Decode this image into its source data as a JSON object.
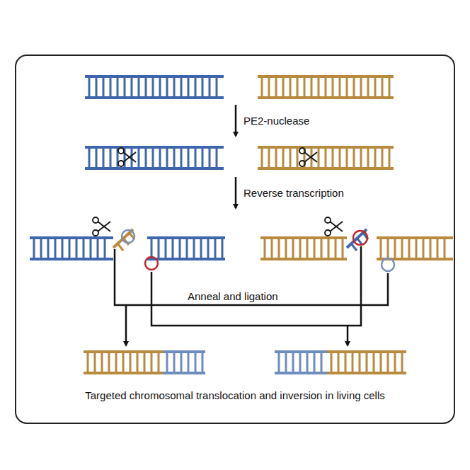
{
  "diagram": {
    "caption": "Targeted chromosomal translocation and inversion in living cells",
    "labels": [
      "PE2-nuclease",
      "Reverse transcription",
      "Anneal and ligation"
    ]
  }
}
